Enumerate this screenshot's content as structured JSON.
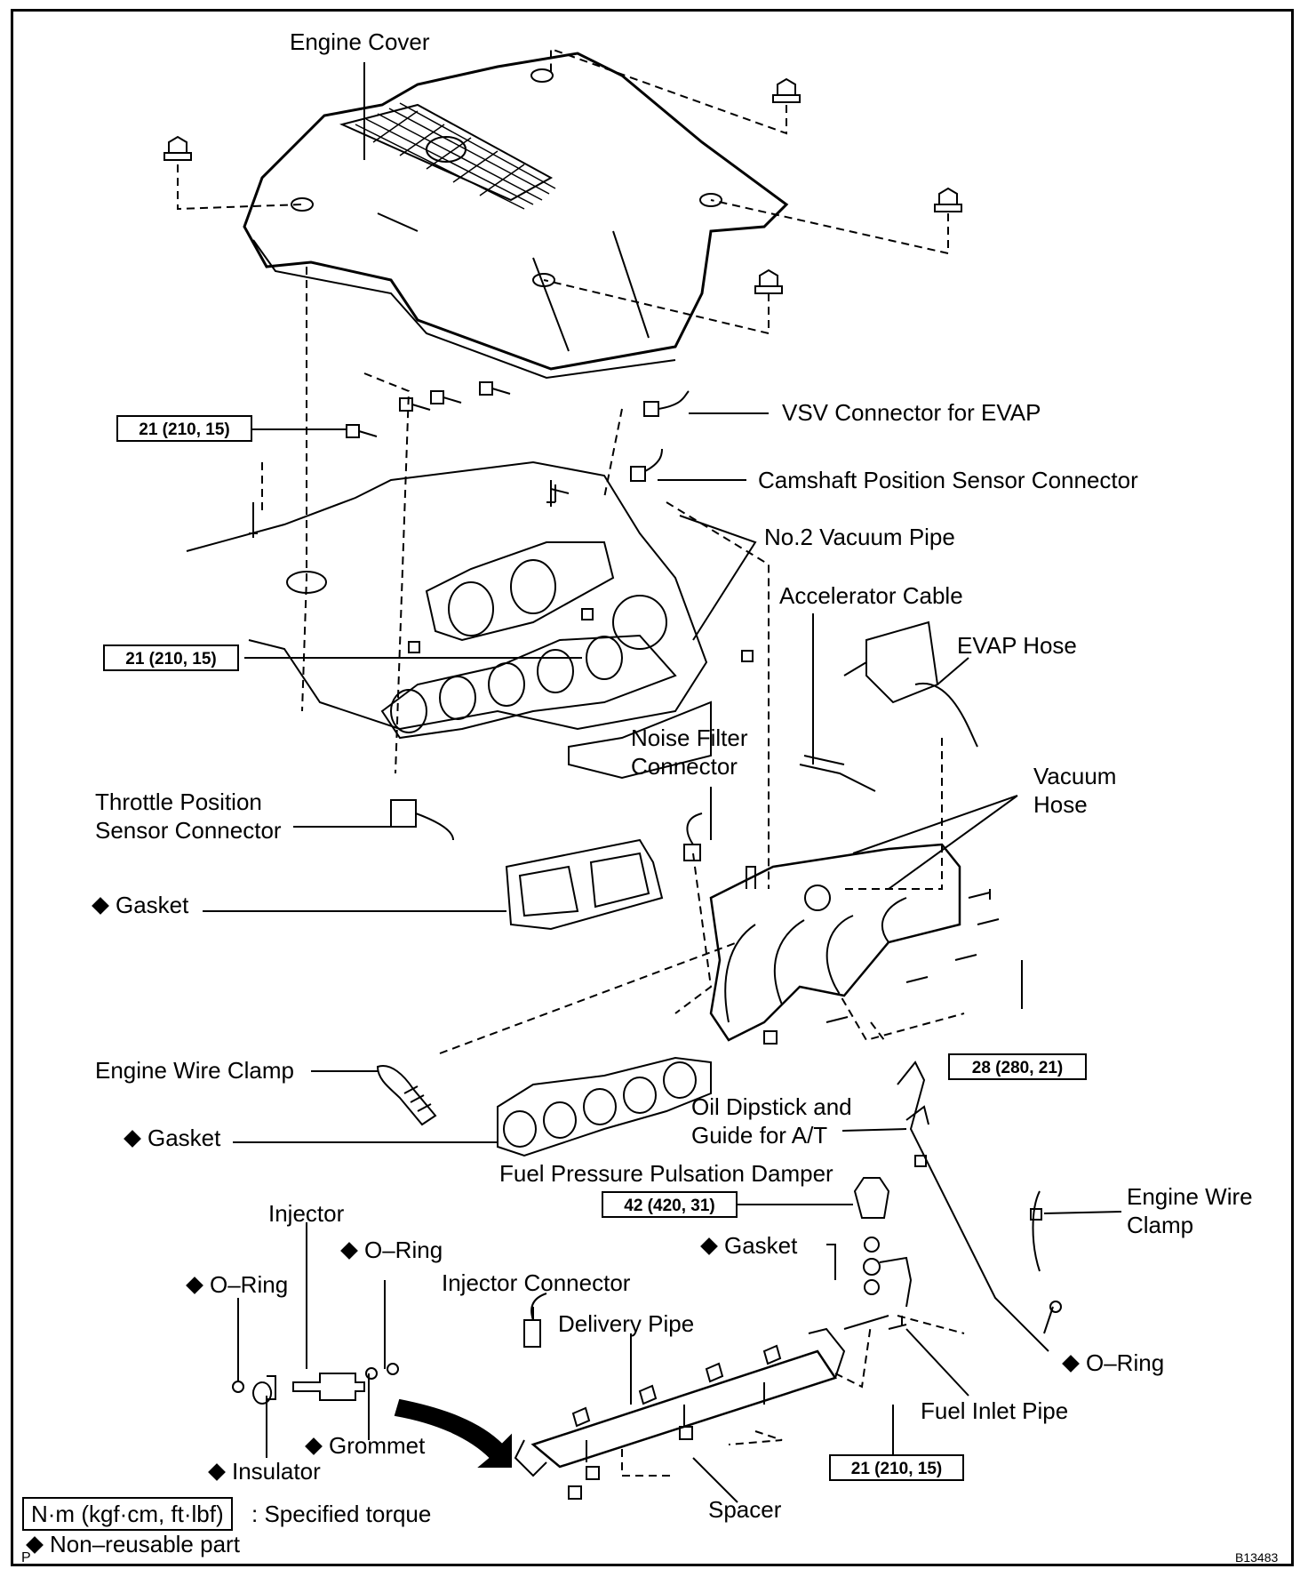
{
  "labels": {
    "engine_cover": "Engine Cover",
    "vsv_connector": "VSV Connector for EVAP",
    "camshaft_sensor_connector": "Camshaft Position Sensor Connector",
    "no2_vacuum_pipe": "No.2 Vacuum Pipe",
    "accelerator_cable": "Accelerator Cable",
    "evap_hose": "EVAP Hose",
    "noise_filter_connector_1": "Noise Filter",
    "noise_filter_connector_2": "Connector",
    "vacuum_hose_1": "Vacuum",
    "vacuum_hose_2": "Hose",
    "throttle_sensor_connector_1": "Throttle Position",
    "throttle_sensor_connector_2": "Sensor Connector",
    "gasket_upper": "Gasket",
    "engine_wire_clamp_left": "Engine Wire Clamp",
    "gasket_lower": "Gasket",
    "oil_dipstick_1": "Oil Dipstick and",
    "oil_dipstick_2": "Guide for A/T",
    "fuel_damper": "Fuel Pressure Pulsation Damper",
    "engine_wire_clamp_right_1": "Engine Wire",
    "engine_wire_clamp_right_2": "Clamp",
    "injector": "Injector",
    "o_ring_center": "O–Ring",
    "o_ring_left": "O–Ring",
    "gasket_fuel": "Gasket",
    "injector_connector": "Injector Connector",
    "delivery_pipe": "Delivery Pipe",
    "o_ring_right": "O–Ring",
    "fuel_inlet_pipe": "Fuel Inlet Pipe",
    "grommet": "Grommet",
    "insulator": "Insulator",
    "spacer": "Spacer"
  },
  "torques": {
    "t1": "21 (210, 15)",
    "t2": "21 (210, 15)",
    "t3": "28 (280, 21)",
    "t4": "42 (420, 31)",
    "t5": "21 (210, 15)"
  },
  "legend": {
    "unit": "N·m (kgf·cm, ft·lbf)",
    "unit_desc": ": Specified torque",
    "nonreusable": "Non–reusable part"
  },
  "corner": {
    "left": "P",
    "right": "B13483"
  }
}
